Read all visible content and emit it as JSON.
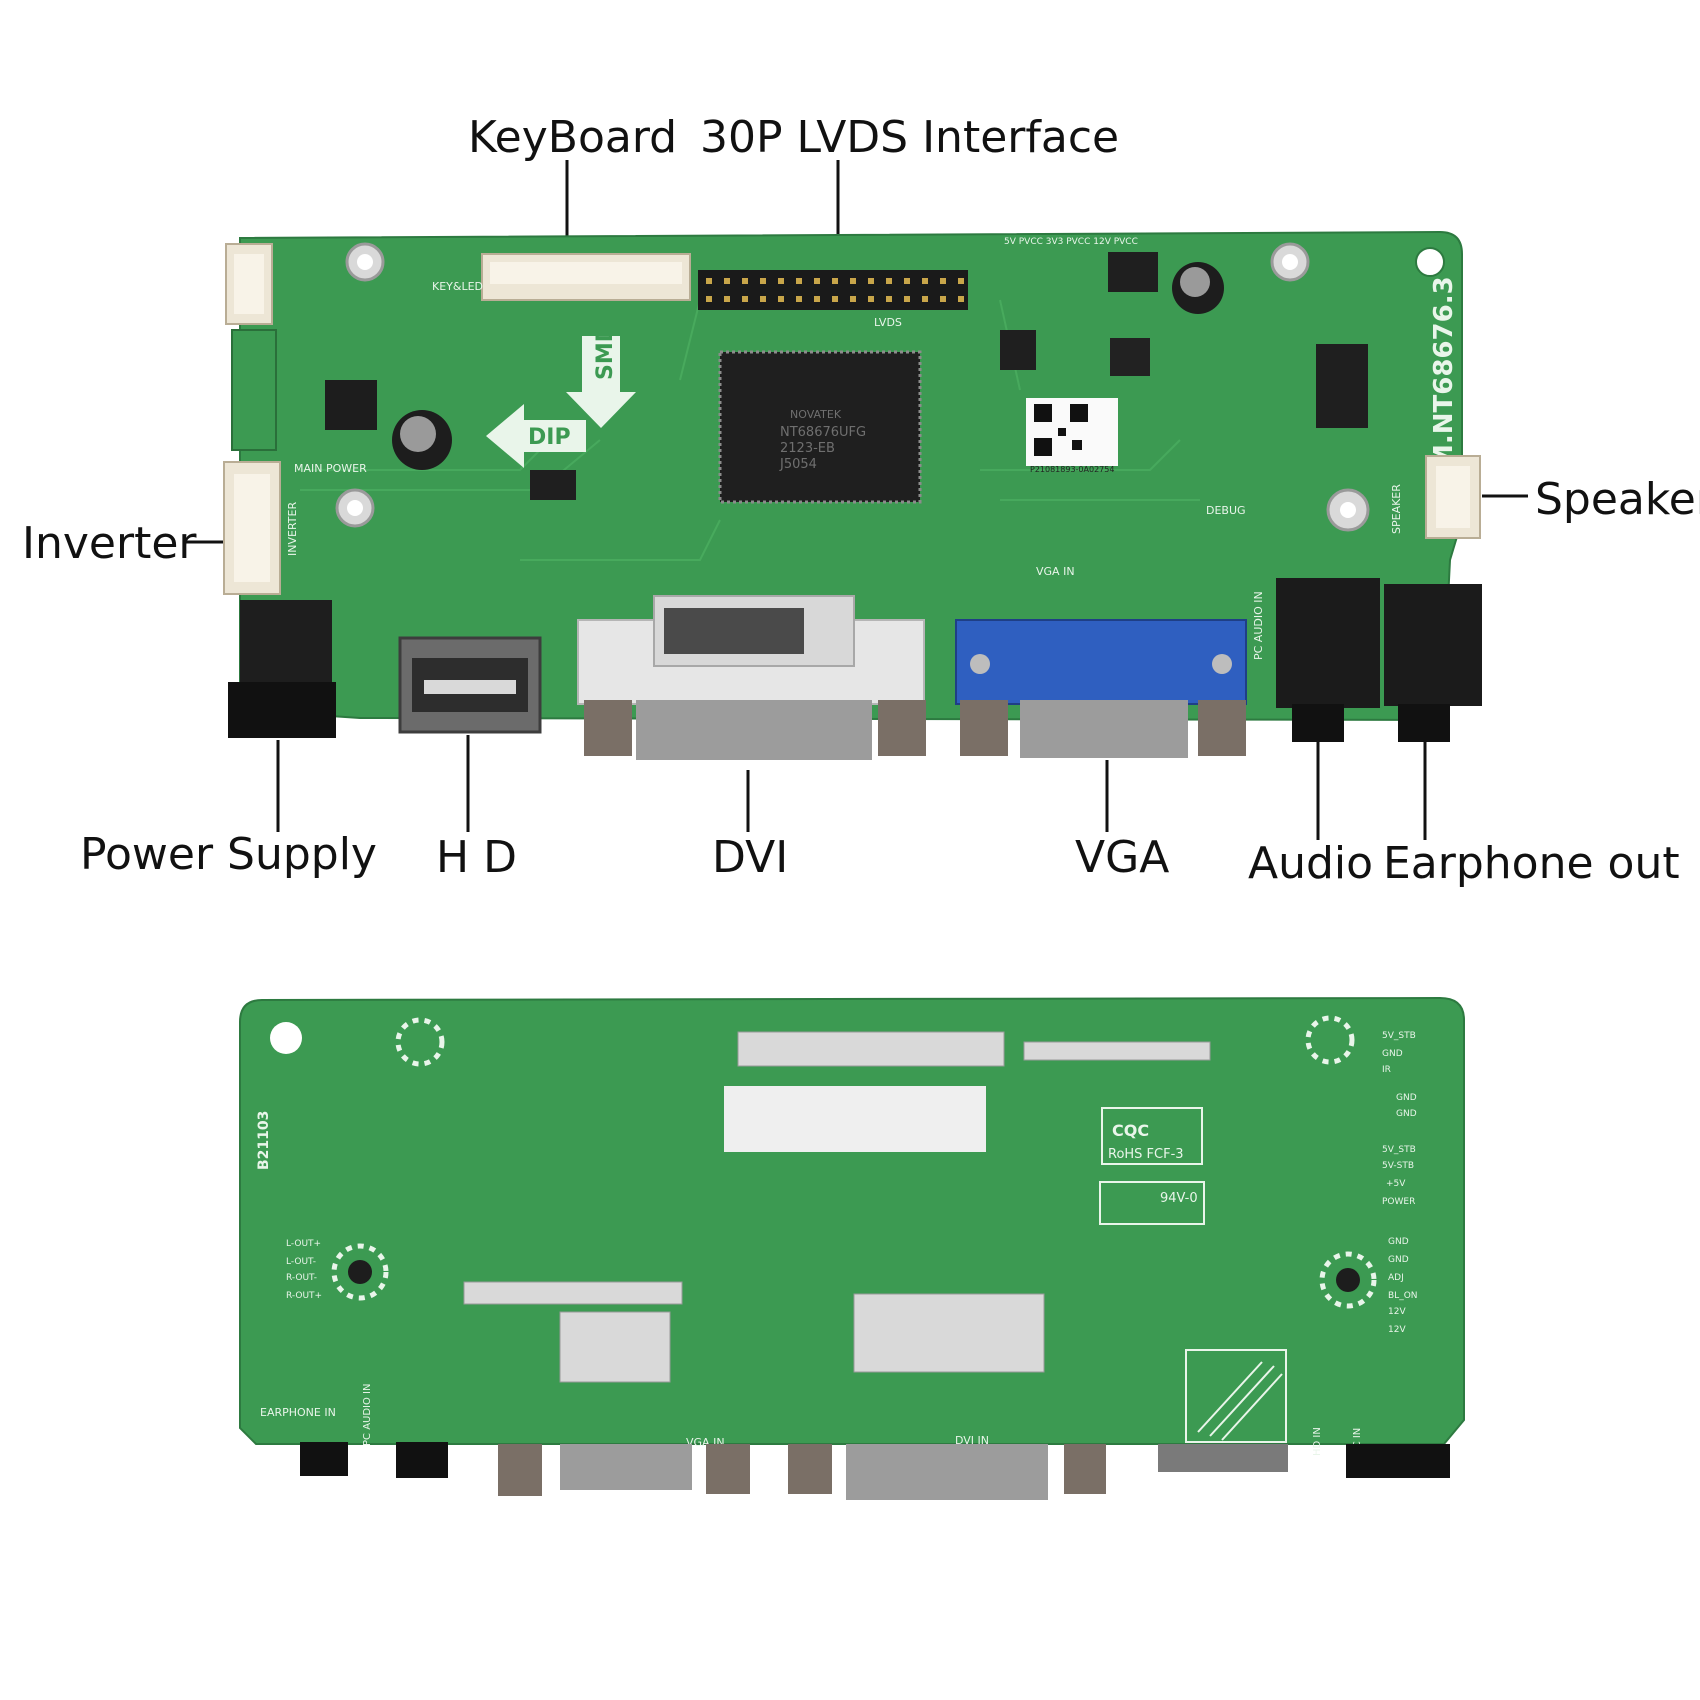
{
  "callouts": {
    "keyboard": "KeyBoard",
    "lvds": "30P LVDS Interface",
    "inverter": "Inverter",
    "speaker": "Speaker",
    "power_supply": "Power Supply",
    "hd": "H D",
    "dvi": "DVI",
    "vga": "VGA",
    "audio": "Audio",
    "earphone_out": "Earphone out"
  },
  "board_front": {
    "model": "M.NT68676.3",
    "chip_brand": "NOVATEK",
    "chip_part": "NT68676UFG",
    "chip_lot": "2123-EB",
    "chip_code": "J5054",
    "dip_arrow": "DIP",
    "smd_arrow": "SMD",
    "silk_keyboard": "KEY&LED",
    "silk_lvds": "LVDS",
    "silk_main_power": "MAIN POWER",
    "silk_inverter": "INVERTER",
    "silk_speaker": "SPEAKER",
    "silk_debug": "DEBUG",
    "silk_vga_in": "VGA IN",
    "silk_pc_audio": "PC AUDIO IN",
    "silk_power_header": "5V PVCC 3V3 PVCC 12V PVCC",
    "qr_text": "P21081893-0A02754"
  },
  "board_back": {
    "code": "B21103",
    "silk_earphone_in": "EARPHONE IN",
    "silk_pc_audio_in": "PC AUDIO IN",
    "silk_vga_in": "VGA IN",
    "silk_dvi_in": "DVI IN",
    "silk_hd_in": "HD IN",
    "silk_dc_in": "DC IN",
    "cert_ccc": "CQC",
    "cert_rohs": "RoHS FCF-3",
    "cert_94v": "94V-0",
    "pins_right": [
      "5V_STB",
      "GND",
      "IR",
      "GND",
      "GND",
      "5V_STB",
      "5V-STB",
      "+5V",
      "POWER",
      "GND",
      "GND",
      "ADJ",
      "BL_ON",
      "12V",
      "12V"
    ],
    "pins_left": [
      "L-OUT+",
      "L-OUT-",
      "R-OUT-",
      "R-OUT+"
    ]
  },
  "colors": {
    "pcb": "#3c9a52",
    "pcb_dark": "#2f7e42",
    "silk": "#e9f5ea",
    "vga_blue": "#2f5fc0",
    "dvi_white": "#e6e6e6"
  }
}
